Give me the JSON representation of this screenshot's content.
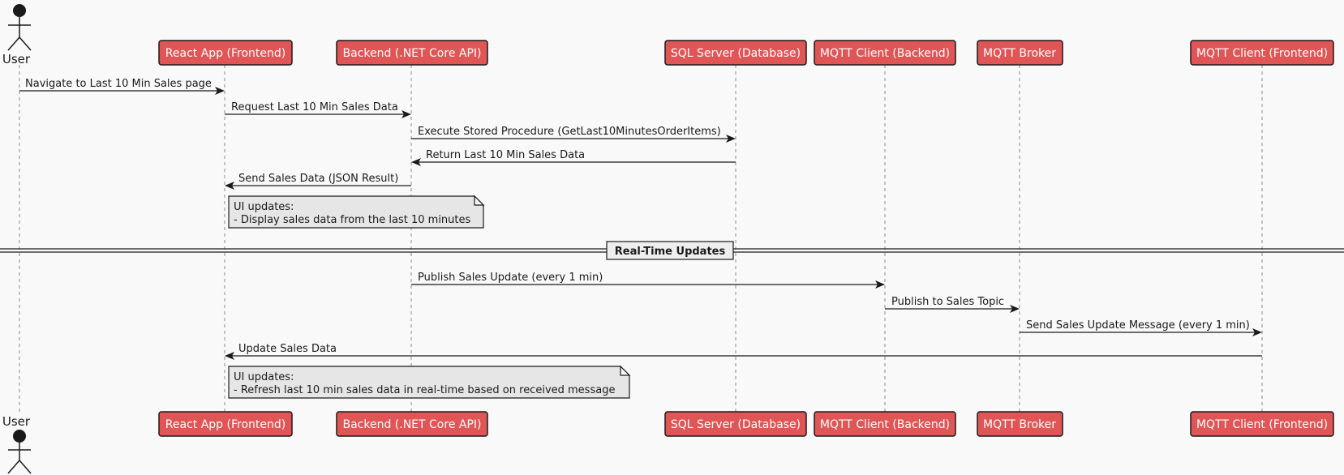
{
  "participants": [
    {
      "id": "user",
      "label": "User",
      "kind": "actor"
    },
    {
      "id": "react",
      "label": "React App (Frontend)",
      "kind": "box"
    },
    {
      "id": "backend",
      "label": "Backend (.NET Core API)",
      "kind": "box"
    },
    {
      "id": "sql",
      "label": "SQL Server (Database)",
      "kind": "box"
    },
    {
      "id": "mqttb",
      "label": "MQTT Client (Backend)",
      "kind": "box"
    },
    {
      "id": "broker",
      "label": "MQTT Broker",
      "kind": "box"
    },
    {
      "id": "mqttf",
      "label": "MQTT Client (Frontend)",
      "kind": "box"
    }
  ],
  "messages": [
    {
      "from": "user",
      "to": "react",
      "label": "Navigate to Last 10 Min Sales page"
    },
    {
      "from": "react",
      "to": "backend",
      "label": "Request Last 10 Min Sales Data"
    },
    {
      "from": "backend",
      "to": "sql",
      "label": "Execute Stored Procedure (GetLast10MinutesOrderItems)"
    },
    {
      "from": "sql",
      "to": "backend",
      "label": "Return Last 10 Min Sales Data"
    },
    {
      "from": "backend",
      "to": "react",
      "label": "Send Sales Data (JSON Result)"
    },
    {
      "from": "backend",
      "to": "mqttb",
      "label": "Publish Sales Update (every 1 min)"
    },
    {
      "from": "mqttb",
      "to": "broker",
      "label": "Publish to Sales Topic"
    },
    {
      "from": "broker",
      "to": "mqttf",
      "label": "Send Sales Update Message (every 1 min)"
    },
    {
      "from": "mqttf",
      "to": "react",
      "label": "Update Sales Data"
    }
  ],
  "notes": [
    {
      "over": "react",
      "lines": [
        "UI updates:",
        "- Display sales data from the last 10 minutes"
      ]
    },
    {
      "over": "react",
      "lines": [
        "UI updates:",
        "- Refresh last 10 min sales data in real-time based on received message"
      ]
    }
  ],
  "divider": {
    "label": "Real-Time Updates"
  }
}
